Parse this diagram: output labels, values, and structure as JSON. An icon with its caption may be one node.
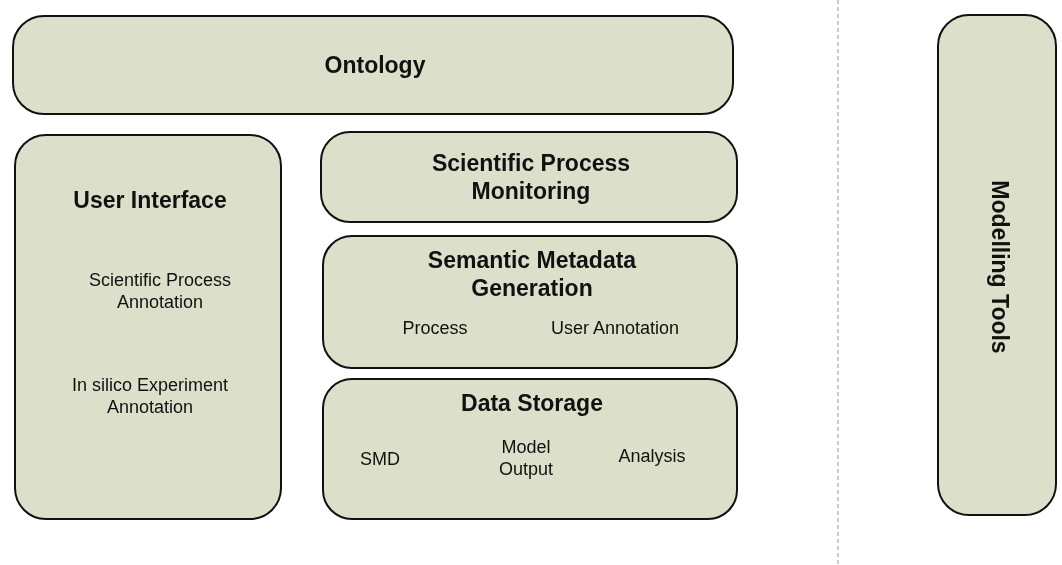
{
  "diagram": {
    "nodes": [
      {
        "text": [
          "Ontology"
        ]
      },
      {
        "text": [
          "User Interface",
          "Scientific Process Annotation",
          "In silico Experiment Annotation"
        ]
      },
      {
        "text": [
          "Scientific Process Monitoring"
        ]
      },
      {
        "text": [
          "Semantic Metadata Generation",
          "Process",
          "User Annotation"
        ]
      },
      {
        "text": [
          "Data Storage",
          "SMD",
          "Model Output",
          "Analysis"
        ]
      },
      {
        "text": [
          "Modelling Tools"
        ]
      }
    ],
    "edges": []
  }
}
